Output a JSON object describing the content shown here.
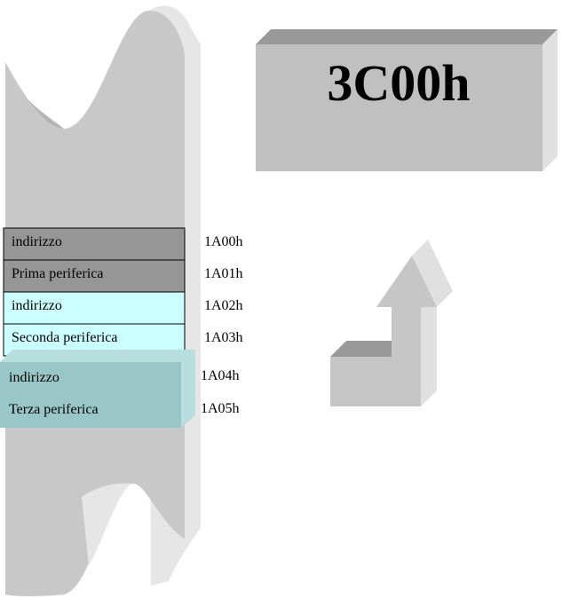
{
  "colors": {
    "tape_face": "#c8c8c8",
    "tape_side": "#e6e6e6",
    "tape_shade": "#b4b4b4",
    "cell_dark": "#969696",
    "cell_light": "#ccffff",
    "cell_highlight": "#99c6c6",
    "cell_highlight_side": "#b8dede",
    "box_face": "#c0c0c0",
    "box_top": "#999999",
    "box_side": "#e0e0e0",
    "arrow_face": "#c6c6c6",
    "arrow_side": "#e0e0e0",
    "arrow_top": "#999999"
  },
  "register": {
    "value": "3C00h"
  },
  "memory": {
    "cells": [
      {
        "label": "indirizzo",
        "address": "1A00h",
        "style": "dark"
      },
      {
        "label": "Prima periferica",
        "address": "1A01h",
        "style": "dark"
      },
      {
        "label": "indirizzo",
        "address": "1A02h",
        "style": "light"
      },
      {
        "label": "Seconda periferica",
        "address": "1A03h",
        "style": "light"
      },
      {
        "label": "indirizzo",
        "address": "1A04h",
        "style": "highlight"
      },
      {
        "label": "Terza periferica",
        "address": "1A05h",
        "style": "highlight"
      }
    ]
  }
}
